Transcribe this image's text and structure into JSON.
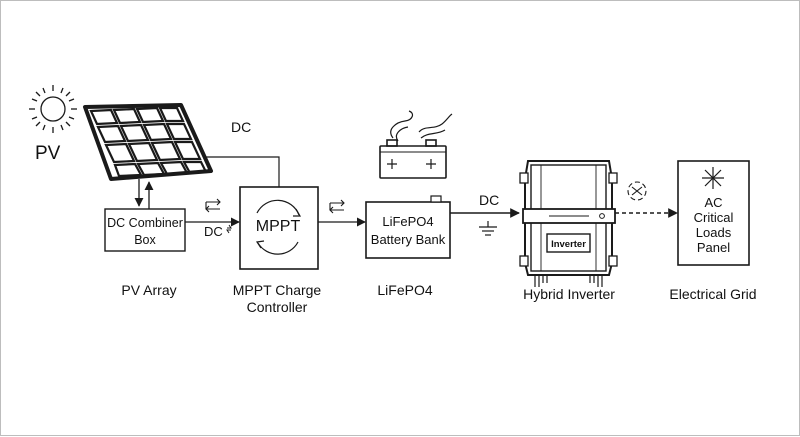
{
  "colors": {
    "stroke": "#1a1a1a",
    "background": "#ffffff",
    "frame": "#bdbdbd"
  },
  "labels": {
    "pv": "PV",
    "dc_top": "DC",
    "combiner_line1": "DC Combiner",
    "combiner_line2": "Box",
    "dc_arrow": "DC",
    "mppt": "MPPT",
    "battery_line1": "LiFePO4",
    "battery_line2": "Battery Bank",
    "dc_battery": "DC",
    "inverter_plate": "Inverter",
    "loads_line1": "AC",
    "loads_line2": "Critical",
    "loads_line3": "Loads",
    "loads_line4": "Panel",
    "caption_pv_array": "PV Array",
    "caption_mppt_line1": "MPPT Charge",
    "caption_mppt_line2": "Controller",
    "caption_battery": "LiFePO4",
    "caption_inverter": "Hybrid Inverter",
    "caption_grid": "Electrical Grid"
  },
  "icons": [
    "sun-icon",
    "solar-panel-icon",
    "swap-arrows-icon",
    "battery-icon",
    "steam-icon",
    "ground-icon",
    "ac-symbol-icon",
    "spark-icon",
    "cycle-arrows-icon"
  ]
}
